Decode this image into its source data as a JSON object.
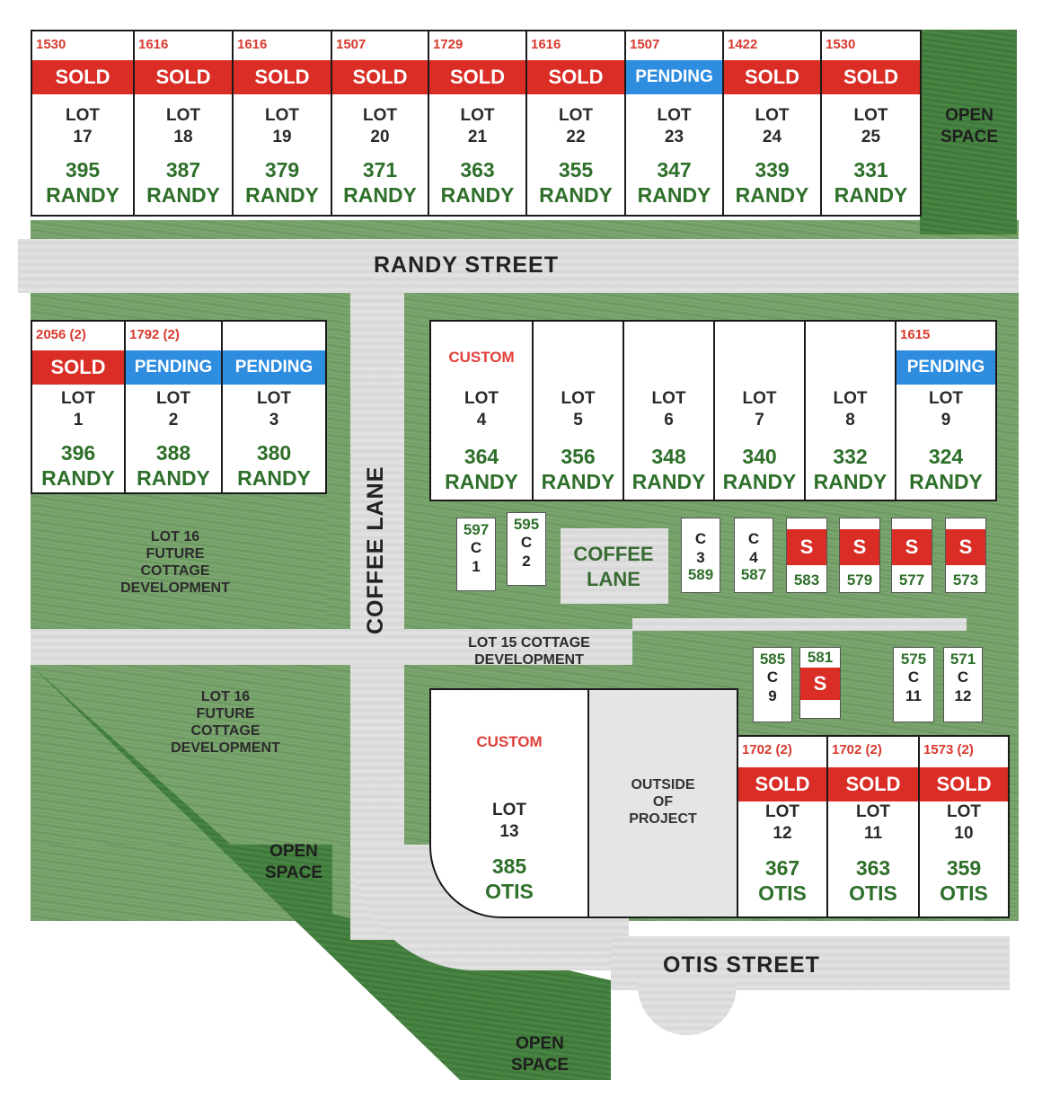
{
  "streets": {
    "randy": "RANDY STREET",
    "coffee": "COFFEE  LANE",
    "otis": "OTIS STREET",
    "coffee_plaza": [
      "COFFEE",
      "LANE"
    ]
  },
  "areas": {
    "open_space_top": [
      "OPEN",
      "SPACE"
    ],
    "open_space_mid": [
      "OPEN",
      "SPACE"
    ],
    "open_space_bottom": [
      "OPEN",
      "SPACE"
    ],
    "lot16_a": [
      "LOT 16",
      "FUTURE",
      "COTTAGE",
      "DEVELOPMENT"
    ],
    "lot16_b": [
      "LOT 16",
      "FUTURE",
      "COTTAGE",
      "DEVELOPMENT"
    ],
    "lot15": [
      "LOT 15 COTTAGE",
      "DEVELOPMENT"
    ],
    "outside": [
      "OUTSIDE",
      "OF",
      "PROJECT"
    ]
  },
  "top_lots": [
    {
      "price": "1530",
      "status": "SOLD",
      "lot": [
        "LOT",
        "17"
      ],
      "num": "395",
      "street": "RANDY"
    },
    {
      "price": "1616",
      "status": "SOLD",
      "lot": [
        "LOT",
        "18"
      ],
      "num": "387",
      "street": "RANDY"
    },
    {
      "price": "1616",
      "status": "SOLD",
      "lot": [
        "LOT",
        "19"
      ],
      "num": "379",
      "street": "RANDY"
    },
    {
      "price": "1507",
      "status": "SOLD",
      "lot": [
        "LOT",
        "20"
      ],
      "num": "371",
      "street": "RANDY"
    },
    {
      "price": "1729",
      "status": "SOLD",
      "lot": [
        "LOT",
        "21"
      ],
      "num": "363",
      "street": "RANDY"
    },
    {
      "price": "1616",
      "status": "SOLD",
      "lot": [
        "LOT",
        "22"
      ],
      "num": "355",
      "street": "RANDY"
    },
    {
      "price": "1507",
      "status": "PENDING",
      "lot": [
        "LOT",
        "23"
      ],
      "num": "347",
      "street": "RANDY"
    },
    {
      "price": "1422",
      "status": "SOLD",
      "lot": [
        "LOT",
        "24"
      ],
      "num": "339",
      "street": "RANDY"
    },
    {
      "price": "1530",
      "status": "SOLD",
      "lot": [
        "LOT",
        "25"
      ],
      "num": "331",
      "street": "RANDY"
    }
  ],
  "left_lots": [
    {
      "price": "2056 (2)",
      "status": "SOLD",
      "lot": [
        "LOT",
        "1"
      ],
      "num": "396",
      "street": "RANDY"
    },
    {
      "price": "1792 (2)",
      "status": "PENDING",
      "lot": [
        "LOT",
        "2"
      ],
      "num": "388",
      "street": "RANDY"
    },
    {
      "price": "",
      "status": "PENDING",
      "lot": [
        "LOT",
        "3"
      ],
      "num": "380",
      "street": "RANDY"
    }
  ],
  "right_lots": [
    {
      "custom": "CUSTOM",
      "price": "",
      "status": "",
      "lot": [
        "LOT",
        "4"
      ],
      "num": "364",
      "street": "RANDY"
    },
    {
      "custom": "",
      "price": "",
      "status": "",
      "lot": [
        "LOT",
        "5"
      ],
      "num": "356",
      "street": "RANDY"
    },
    {
      "custom": "",
      "price": "",
      "status": "",
      "lot": [
        "LOT",
        "6"
      ],
      "num": "348",
      "street": "RANDY"
    },
    {
      "custom": "",
      "price": "",
      "status": "",
      "lot": [
        "LOT",
        "7"
      ],
      "num": "340",
      "street": "RANDY"
    },
    {
      "custom": "",
      "price": "",
      "status": "",
      "lot": [
        "LOT",
        "8"
      ],
      "num": "332",
      "street": "RANDY"
    },
    {
      "custom": "",
      "price": "1615",
      "status": "PENDING",
      "lot": [
        "LOT",
        "9"
      ],
      "num": "324",
      "street": "RANDY"
    }
  ],
  "otis_lots": [
    {
      "custom": "CUSTOM",
      "price": "",
      "status": "",
      "lot": [
        "LOT",
        "13"
      ],
      "num": "385",
      "street": "OTIS"
    },
    {
      "custom": "",
      "price": "1702 (2)",
      "status": "SOLD",
      "lot": [
        "LOT",
        "12"
      ],
      "num": "367",
      "street": "OTIS"
    },
    {
      "custom": "",
      "price": "1702 (2)",
      "status": "SOLD",
      "lot": [
        "LOT",
        "11"
      ],
      "num": "363",
      "street": "OTIS"
    },
    {
      "custom": "",
      "price": "1573 (2)",
      "status": "SOLD",
      "lot": [
        "LOT",
        "10"
      ],
      "num": "359",
      "street": "OTIS"
    }
  ],
  "cottages": [
    {
      "addr": "597",
      "lbl": [
        "C",
        "1"
      ],
      "s": ""
    },
    {
      "addr": "595",
      "lbl": [
        "C",
        "2"
      ],
      "s": ""
    },
    {
      "addr": "589",
      "lbl": [
        "C",
        "3"
      ],
      "s": ""
    },
    {
      "addr": "587",
      "lbl": [
        "C",
        "4"
      ],
      "s": ""
    },
    {
      "addr": "583",
      "lbl": [],
      "s": "S"
    },
    {
      "addr": "579",
      "lbl": [],
      "s": "S"
    },
    {
      "addr": "577",
      "lbl": [],
      "s": "S"
    },
    {
      "addr": "573",
      "lbl": [],
      "s": "S"
    },
    {
      "addr": "585",
      "lbl": [
        "C",
        "9"
      ],
      "s": ""
    },
    {
      "addr": "581",
      "lbl": [],
      "s": "S"
    },
    {
      "addr": "575",
      "lbl": [
        "C",
        "11"
      ],
      "s": ""
    },
    {
      "addr": "571",
      "lbl": [
        "C",
        "12"
      ],
      "s": ""
    }
  ],
  "colors": {
    "sold": "#d92d26",
    "pending": "#2f8de0",
    "price": "#d83a2e",
    "address": "#2e6f2a",
    "grass": "#7ea872",
    "open_space": "#3f7a3a"
  }
}
